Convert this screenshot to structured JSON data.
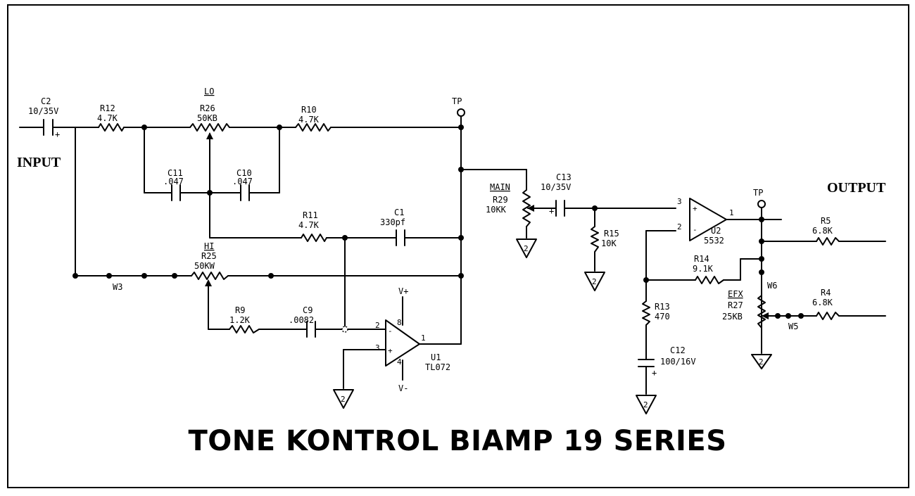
{
  "title": "TONE KONTROL BIAMP 19 SERIES",
  "io": {
    "input": "INPUT",
    "output": "OUTPUT"
  },
  "components": {
    "c2": {
      "ref": "C2",
      "value": "10/35V"
    },
    "r12": {
      "ref": "R12",
      "value": "4.7K"
    },
    "lo_label": "LO",
    "r26": {
      "ref": "R26",
      "value": "50KB"
    },
    "r10": {
      "ref": "R10",
      "value": "4.7K"
    },
    "c11": {
      "ref": "C11",
      "value": ".047"
    },
    "c10": {
      "ref": "C10",
      "value": ".047"
    },
    "r11": {
      "ref": "R11",
      "value": "4.7K"
    },
    "c1": {
      "ref": "C1",
      "value": "330pf"
    },
    "hi_label": "HI",
    "r25": {
      "ref": "R25",
      "value": "50KW"
    },
    "w3": "W3",
    "r9": {
      "ref": "R9",
      "value": "1.2K"
    },
    "c9": {
      "ref": "C9",
      "value": ".0082"
    },
    "u1": {
      "ref": "U1",
      "value": "TL072"
    },
    "main_label": "MAIN",
    "r29": {
      "ref": "R29",
      "value": "10KK"
    },
    "c13": {
      "ref": "C13",
      "value": "10/35V"
    },
    "r15": {
      "ref": "R15",
      "value": "10K"
    },
    "u2": {
      "ref": "U2",
      "value": "5532"
    },
    "r14": {
      "ref": "R14",
      "value": "9.1K"
    },
    "r13": {
      "ref": "R13",
      "value": "470"
    },
    "c12": {
      "ref": "C12",
      "value": "100/16V"
    },
    "r5": {
      "ref": "R5",
      "value": "6.8K"
    },
    "w6": "W6",
    "efx_label": "EFX",
    "r27": {
      "ref": "R27",
      "value": "25KB"
    },
    "r4": {
      "ref": "R4",
      "value": "6.8K"
    },
    "w5": "W5"
  },
  "test_points": {
    "tp1": "TP",
    "tp2": "TP"
  },
  "supply": {
    "vplus": "V+",
    "vminus": "V-"
  },
  "pins": {
    "u1_in_minus": "2",
    "u1_in_plus": "3",
    "u1_out": "1",
    "u1_top": "8",
    "u1_bot": "4",
    "u2_in_plus": "3",
    "u2_in_minus": "2",
    "u2_out": "1"
  },
  "signs": {
    "plus": "+",
    "minus": "-"
  },
  "ground_mark": "2"
}
